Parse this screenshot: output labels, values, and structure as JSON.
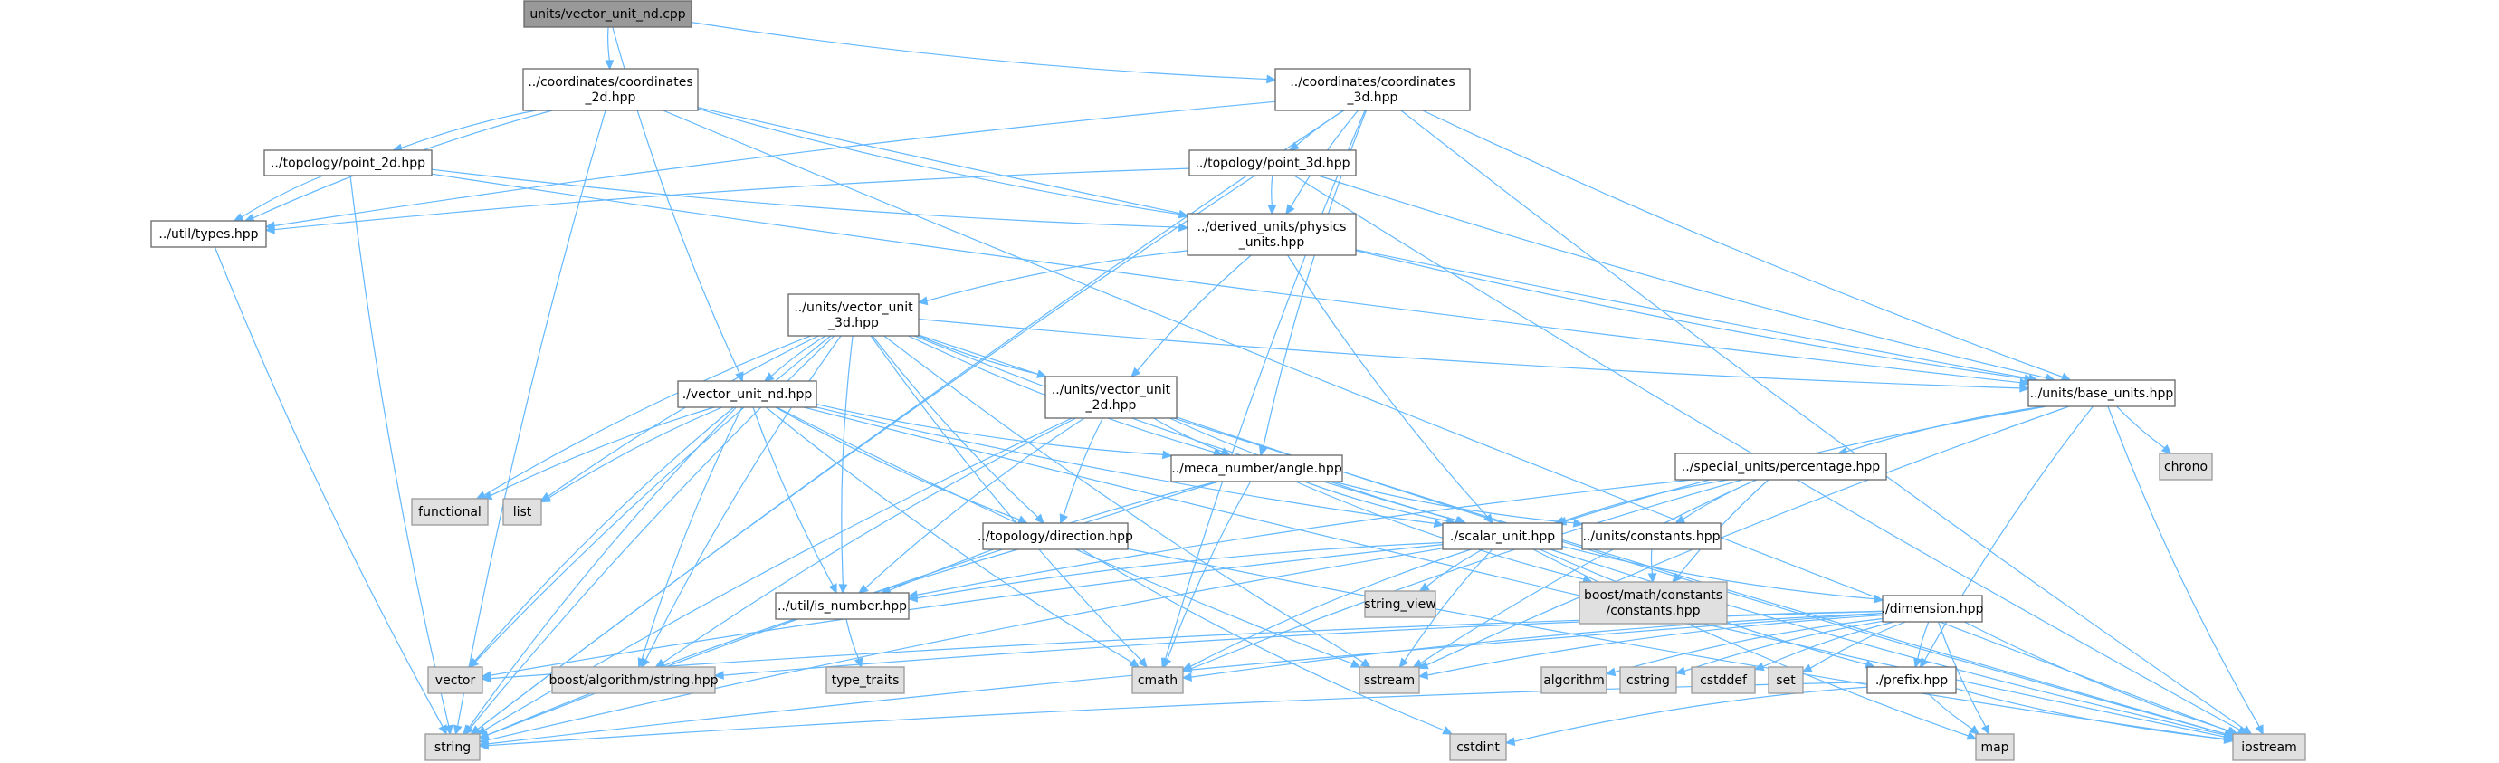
{
  "colors": {
    "edge": "#63b8ff",
    "node_fill": "#ffffff",
    "node_border": "#666666",
    "external_fill": "#e0e0e0",
    "external_border": "#999999",
    "root_fill": "#999999",
    "root_border": "#666666"
  },
  "nodes": [
    {
      "id": "root",
      "kind": "root",
      "lines": [
        "units/vector_unit_nd.cpp"
      ]
    },
    {
      "id": "coord2d",
      "kind": "header",
      "lines": [
        "../coordinates/coordinates",
        "_2d.hpp"
      ]
    },
    {
      "id": "coord3d",
      "kind": "header",
      "lines": [
        "../coordinates/coordinates",
        "_3d.hpp"
      ]
    },
    {
      "id": "point2d",
      "kind": "header",
      "lines": [
        "../topology/point_2d.hpp"
      ]
    },
    {
      "id": "point3d",
      "kind": "header",
      "lines": [
        "../topology/point_3d.hpp"
      ]
    },
    {
      "id": "types",
      "kind": "header",
      "lines": [
        "../util/types.hpp"
      ]
    },
    {
      "id": "physics",
      "kind": "header",
      "lines": [
        "../derived_units/physics",
        "_units.hpp"
      ]
    },
    {
      "id": "vu3d",
      "kind": "header",
      "lines": [
        "../units/vector_unit",
        "_3d.hpp"
      ]
    },
    {
      "id": "vund",
      "kind": "header",
      "lines": [
        "./vector_unit_nd.hpp"
      ]
    },
    {
      "id": "vu2d",
      "kind": "header",
      "lines": [
        "../units/vector_unit",
        "_2d.hpp"
      ]
    },
    {
      "id": "baseunits",
      "kind": "header",
      "lines": [
        "../units/base_units.hpp"
      ]
    },
    {
      "id": "chrono",
      "kind": "external",
      "lines": [
        "chrono"
      ]
    },
    {
      "id": "percentage",
      "kind": "header",
      "lines": [
        "../special_units/percentage.hpp"
      ]
    },
    {
      "id": "functional",
      "kind": "external",
      "lines": [
        "functional"
      ]
    },
    {
      "id": "list",
      "kind": "external",
      "lines": [
        "list"
      ]
    },
    {
      "id": "angle",
      "kind": "header",
      "lines": [
        "../meca_number/angle.hpp"
      ]
    },
    {
      "id": "scalar",
      "kind": "header",
      "lines": [
        "./scalar_unit.hpp"
      ]
    },
    {
      "id": "constants",
      "kind": "header",
      "lines": [
        "../units/constants.hpp"
      ]
    },
    {
      "id": "direction",
      "kind": "header",
      "lines": [
        "../topology/direction.hpp"
      ]
    },
    {
      "id": "stringview",
      "kind": "external",
      "lines": [
        "string_view"
      ]
    },
    {
      "id": "boostconst",
      "kind": "external",
      "lines": [
        "boost/math/constants",
        "/constants.hpp"
      ]
    },
    {
      "id": "isnumber",
      "kind": "header",
      "lines": [
        "../util/is_number.hpp"
      ]
    },
    {
      "id": "dimension",
      "kind": "header",
      "lines": [
        "./dimension.hpp"
      ]
    },
    {
      "id": "vector",
      "kind": "external",
      "lines": [
        "vector"
      ]
    },
    {
      "id": "boostalgo",
      "kind": "external",
      "lines": [
        "boost/algorithm/string.hpp"
      ]
    },
    {
      "id": "typetraits",
      "kind": "external",
      "lines": [
        "type_traits"
      ]
    },
    {
      "id": "cmath",
      "kind": "external",
      "lines": [
        "cmath"
      ]
    },
    {
      "id": "sstream",
      "kind": "external",
      "lines": [
        "sstream"
      ]
    },
    {
      "id": "algorithm",
      "kind": "external",
      "lines": [
        "algorithm"
      ]
    },
    {
      "id": "cstring",
      "kind": "external",
      "lines": [
        "cstring"
      ]
    },
    {
      "id": "cstddef",
      "kind": "external",
      "lines": [
        "cstddef"
      ]
    },
    {
      "id": "set",
      "kind": "external",
      "lines": [
        "set"
      ]
    },
    {
      "id": "prefix",
      "kind": "header",
      "lines": [
        "./prefix.hpp"
      ]
    },
    {
      "id": "string",
      "kind": "external",
      "lines": [
        "string"
      ]
    },
    {
      "id": "cstdint",
      "kind": "external",
      "lines": [
        "cstdint"
      ]
    },
    {
      "id": "map",
      "kind": "external",
      "lines": [
        "map"
      ]
    },
    {
      "id": "iostream",
      "kind": "external",
      "lines": [
        "iostream"
      ]
    }
  ],
  "edges": [
    [
      "root",
      "coord2d"
    ],
    [
      "root",
      "coord3d"
    ],
    [
      "root",
      "vund"
    ],
    [
      "coord2d",
      "point2d"
    ],
    [
      "coord2d",
      "types"
    ],
    [
      "coord2d",
      "physics"
    ],
    [
      "coord2d",
      "baseunits"
    ],
    [
      "coord2d",
      "string"
    ],
    [
      "coord2d",
      "iostream"
    ],
    [
      "coord3d",
      "point3d"
    ],
    [
      "coord3d",
      "types"
    ],
    [
      "coord3d",
      "physics"
    ],
    [
      "coord3d",
      "baseunits"
    ],
    [
      "coord3d",
      "angle"
    ],
    [
      "coord3d",
      "cmath"
    ],
    [
      "coord3d",
      "string"
    ],
    [
      "coord3d",
      "iostream"
    ],
    [
      "point2d",
      "types"
    ],
    [
      "point2d",
      "physics"
    ],
    [
      "point2d",
      "baseunits"
    ],
    [
      "point2d",
      "string"
    ],
    [
      "point3d",
      "types"
    ],
    [
      "point3d",
      "physics"
    ],
    [
      "point3d",
      "baseunits"
    ],
    [
      "point3d",
      "string"
    ],
    [
      "point3d",
      "iostream"
    ],
    [
      "types",
      "string"
    ],
    [
      "physics",
      "vu3d"
    ],
    [
      "physics",
      "vu2d"
    ],
    [
      "physics",
      "baseunits"
    ],
    [
      "physics",
      "scalar"
    ],
    [
      "vu3d",
      "vund"
    ],
    [
      "vu3d",
      "vu2d"
    ],
    [
      "vu3d",
      "functional"
    ],
    [
      "vu3d",
      "list"
    ],
    [
      "vu3d",
      "angle"
    ],
    [
      "vu3d",
      "scalar"
    ],
    [
      "vu3d",
      "direction"
    ],
    [
      "vu3d",
      "isnumber"
    ],
    [
      "vu3d",
      "vector"
    ],
    [
      "vu3d",
      "boostalgo"
    ],
    [
      "vu3d",
      "cmath"
    ],
    [
      "vu3d",
      "sstream"
    ],
    [
      "vu3d",
      "string"
    ],
    [
      "vu3d",
      "iostream"
    ],
    [
      "vu3d",
      "baseunits"
    ],
    [
      "vund",
      "functional"
    ],
    [
      "vund",
      "list"
    ],
    [
      "vund",
      "angle"
    ],
    [
      "vund",
      "scalar"
    ],
    [
      "vund",
      "direction"
    ],
    [
      "vund",
      "isnumber"
    ],
    [
      "vund",
      "vector"
    ],
    [
      "vund",
      "boostalgo"
    ],
    [
      "vund",
      "cmath"
    ],
    [
      "vund",
      "sstream"
    ],
    [
      "vund",
      "string"
    ],
    [
      "vund",
      "iostream"
    ],
    [
      "vu2d",
      "angle"
    ],
    [
      "vu2d",
      "scalar"
    ],
    [
      "vu2d",
      "direction"
    ],
    [
      "vu2d",
      "isnumber"
    ],
    [
      "vu2d",
      "boostalgo"
    ],
    [
      "vu2d",
      "string"
    ],
    [
      "vu2d",
      "iostream"
    ],
    [
      "baseunits",
      "chrono"
    ],
    [
      "baseunits",
      "percentage"
    ],
    [
      "baseunits",
      "scalar"
    ],
    [
      "baseunits",
      "prefix"
    ],
    [
      "baseunits",
      "iostream"
    ],
    [
      "baseunits",
      "sstream"
    ],
    [
      "percentage",
      "scalar"
    ],
    [
      "percentage",
      "constants"
    ],
    [
      "percentage",
      "isnumber"
    ],
    [
      "percentage",
      "boostconst"
    ],
    [
      "percentage",
      "cmath"
    ],
    [
      "percentage",
      "sstream"
    ],
    [
      "angle",
      "scalar"
    ],
    [
      "angle",
      "constants"
    ],
    [
      "angle",
      "isnumber"
    ],
    [
      "angle",
      "boostconst"
    ],
    [
      "angle",
      "cmath"
    ],
    [
      "angle",
      "string"
    ],
    [
      "scalar",
      "stringview"
    ],
    [
      "scalar",
      "dimension"
    ],
    [
      "scalar",
      "isnumber"
    ],
    [
      "scalar",
      "vector"
    ],
    [
      "scalar",
      "cmath"
    ],
    [
      "scalar",
      "sstream"
    ],
    [
      "scalar",
      "string"
    ],
    [
      "scalar",
      "map"
    ],
    [
      "scalar",
      "iostream"
    ],
    [
      "scalar",
      "prefix"
    ],
    [
      "constants",
      "boostconst"
    ],
    [
      "direction",
      "cstdint"
    ],
    [
      "direction",
      "string"
    ],
    [
      "direction",
      "iostream"
    ],
    [
      "isnumber",
      "typetraits"
    ],
    [
      "dimension",
      "vector"
    ],
    [
      "dimension",
      "boostalgo"
    ],
    [
      "dimension",
      "cmath"
    ],
    [
      "dimension",
      "sstream"
    ],
    [
      "dimension",
      "algorithm"
    ],
    [
      "dimension",
      "cstring"
    ],
    [
      "dimension",
      "cstddef"
    ],
    [
      "dimension",
      "set"
    ],
    [
      "dimension",
      "prefix"
    ],
    [
      "dimension",
      "string"
    ],
    [
      "dimension",
      "map"
    ],
    [
      "dimension",
      "iostream"
    ],
    [
      "prefix",
      "string"
    ],
    [
      "prefix",
      "cstdint"
    ],
    [
      "prefix",
      "map"
    ],
    [
      "prefix",
      "iostream"
    ]
  ]
}
